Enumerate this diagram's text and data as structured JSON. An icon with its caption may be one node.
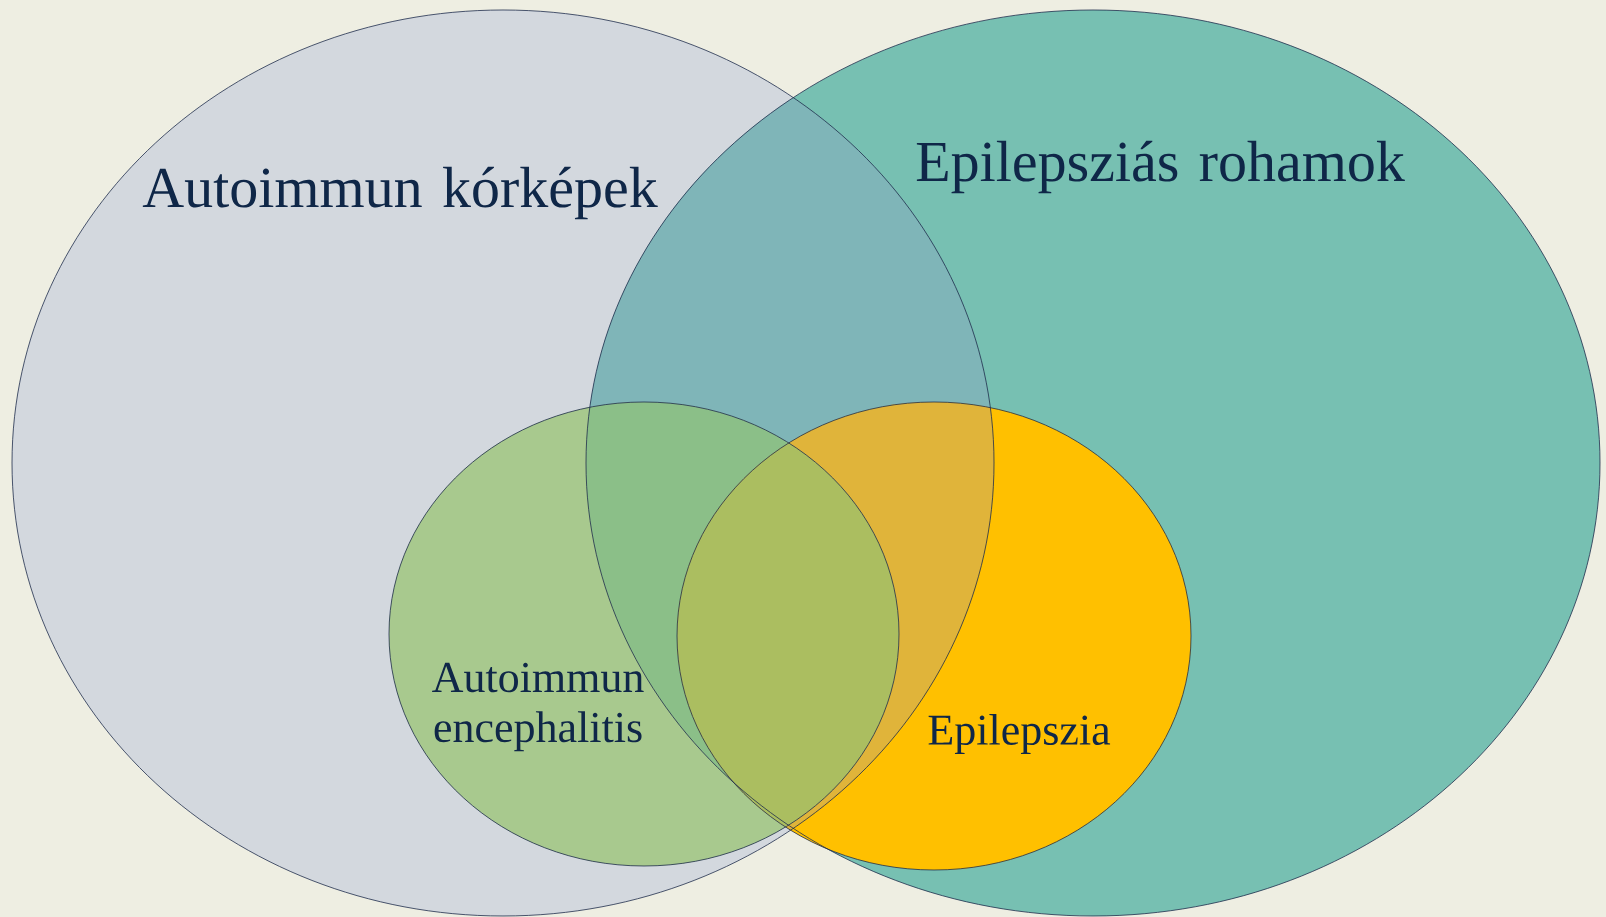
{
  "diagram": {
    "nodes": [
      {
        "text": [
          "Autoimmun kórképek"
        ]
      },
      {
        "text": [
          "Epilepsziás rohamok"
        ]
      },
      {
        "text": [
          "Autoimmun encephalitis"
        ],
        "in": 0
      },
      {
        "text": [
          "Epilepszia"
        ],
        "in": 1
      }
    ]
  }
}
